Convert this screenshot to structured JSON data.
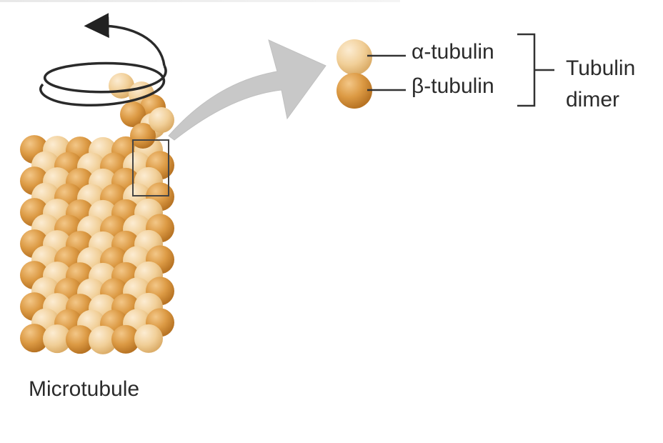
{
  "labels": {
    "alpha": "α-tubulin",
    "beta": "β-tubulin",
    "dimer_line1": "Tubulin",
    "dimer_line2": "dimer",
    "microtubule": "Microtubule"
  },
  "colors": {
    "sphere_light": "#f3d5a6",
    "sphere_dark": "#d9953a",
    "text": "#2b2b2b",
    "arrow": "#c8c8c8",
    "line": "#333333"
  },
  "icons": {
    "rotation": "helical-rotation-arrow-icon",
    "zoom": "zoom-arrow-icon"
  }
}
